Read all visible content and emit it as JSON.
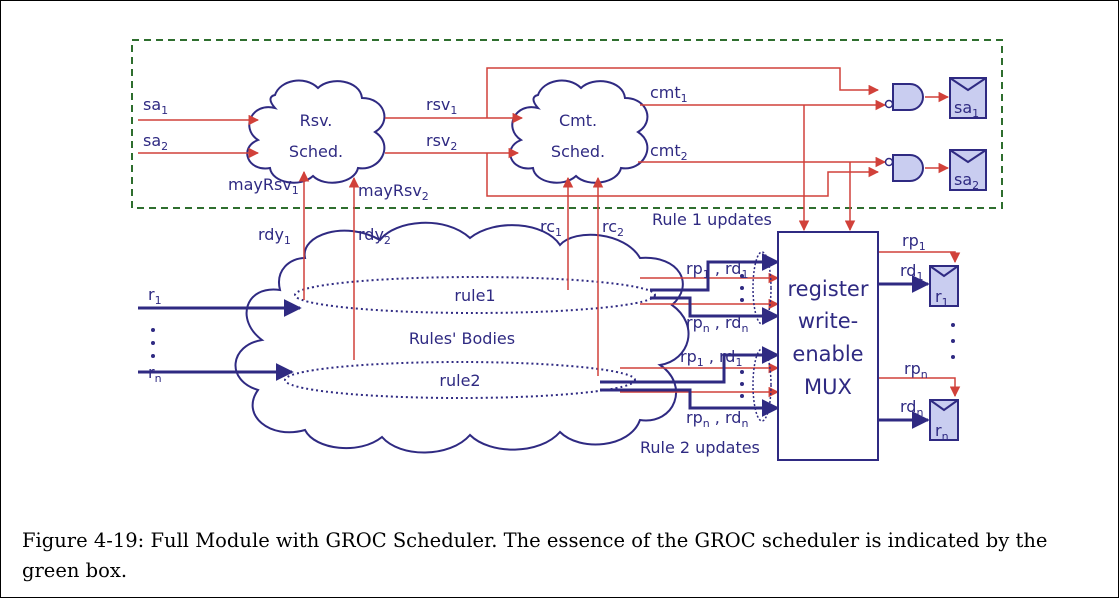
{
  "colors": {
    "wire": "#d1413a",
    "node": "#2f2a82",
    "green_box": "#2e6e2e",
    "flop_fill": "#c9cdf0"
  },
  "inputs": {
    "sa1_sub": "1",
    "sa2_sub": "2",
    "r1_sub": "1",
    "rn_sub": "n"
  },
  "rsv_sched": {
    "line1": "Rsv.",
    "line2": "Sched."
  },
  "cmt_sched": {
    "line1": "Cmt.",
    "line2": "Sched."
  },
  "signals": {
    "rsv": "rsv",
    "cmt": "cmt",
    "mayRsv": "mayRsv",
    "rdy": "rdy",
    "rc": "rc",
    "rp": "rp",
    "rd": "rd",
    "sa": "sa",
    "r": "r",
    "sub1": "1",
    "sub2": "2",
    "subn": "n"
  },
  "rules": {
    "rule1": "rule1",
    "rule2": "rule2",
    "bodies": "Rules' Bodies"
  },
  "updates": {
    "rule1": "Rule 1 updates",
    "rule2": "Rule 2 updates"
  },
  "mux": {
    "line1": "register",
    "line2": "write-",
    "line3": "enable",
    "line4": "MUX"
  },
  "caption": "Figure 4-19: Full Module with GROC Scheduler. The essence of the GROC scheduler is indicated by the green box."
}
